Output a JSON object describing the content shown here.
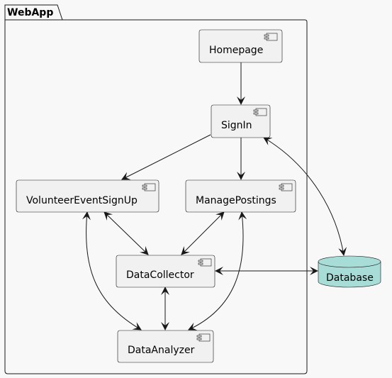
{
  "package": {
    "name": "WebApp"
  },
  "components": {
    "homepage": "Homepage",
    "signin": "SignIn",
    "volunteer": "VolunteerEventSignUp",
    "managepostings": "ManagePostings",
    "datacollector": "DataCollector",
    "dataanalyzer": "DataAnalyzer"
  },
  "database": {
    "name": "Database"
  },
  "colors": {
    "background": "#f8f8f8",
    "component_fill": "#f1f1f1",
    "border": "#181818",
    "database_fill": "#a7dcd7"
  }
}
